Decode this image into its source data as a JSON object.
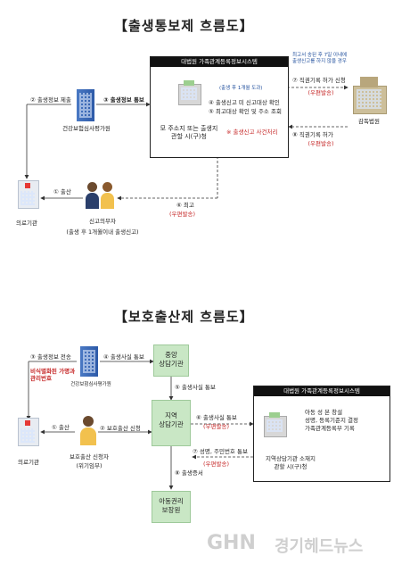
{
  "section1": {
    "title": "【출생통보제 흐름도】",
    "system_header": "대법원 가족관계등록정보시스템",
    "hospital_label": "건강보험심사평가원",
    "medical_label": "의료기관",
    "municipality_label": "모 주소지 또는 출생지\n관할 시(구)청",
    "court_label": "감독법원",
    "reporter_label": "신고의무자",
    "reporter_sub": "(출생 후 1개월이내 출생신고)",
    "steps": {
      "s1": "① 출산",
      "s2": "② 출생정보 제출",
      "s3": "③ 출생정보 통보",
      "s4_note": "(출생 후 1개월 도과)",
      "s4": "④ 출생신고 미 신고대상 확인",
      "s5": "⑤ 최고대상 확인 및 주소 조회",
      "s5_red": "※ 출생신고 사건처리",
      "s6": "⑥ 최고",
      "s6_sub": "(우편발송)",
      "s7_note": "최고서 송된 후 7일 이내에\n출생신고를 하지 않을 경우",
      "s7": "⑦ 직권기록 허가 신청",
      "s7_sub": "(우편발송)",
      "s8": "⑧ 직권기록 허가",
      "s8_sub": "(우편발송)"
    }
  },
  "section2": {
    "title": "【보호출산제 흐름도】",
    "system_header": "대법원 가족관계등록정보시스템",
    "central_agency": "중앙\n상담기관",
    "local_agency": "지역\n상담기관",
    "child_agency": "아동권리\n보장원",
    "hospital_label": "건강보험심사평가원",
    "medical_label": "의료기관",
    "applicant_label": "보호출산 신청자",
    "applicant_sub": "(위기임부)",
    "system_tasks": "아동 성 본 창설\n성명, 등록기준지 결정\n가족관계등록부 기록",
    "office_label": "지역상담기관 소재지\n관할 시(구)청",
    "steps": {
      "s1": "① 출산",
      "s2": "② 보호출산 신청",
      "s3": "③ 출생정보 전송",
      "s3_red": "비식별화된 가명과\n관리번호",
      "s4": "④ 출생사실 통보",
      "s5": "⑤ 출생사실 통보",
      "s6": "⑥ 출생사실 통보",
      "s6_sub": "(우편발송)",
      "s7": "⑦ 성명, 주민번호 통보",
      "s7_sub": "(우편발송)",
      "s8": "⑧ 출생증서"
    }
  },
  "watermark": {
    "logo": "GHN",
    "name": "경기헤드뉴스"
  }
}
